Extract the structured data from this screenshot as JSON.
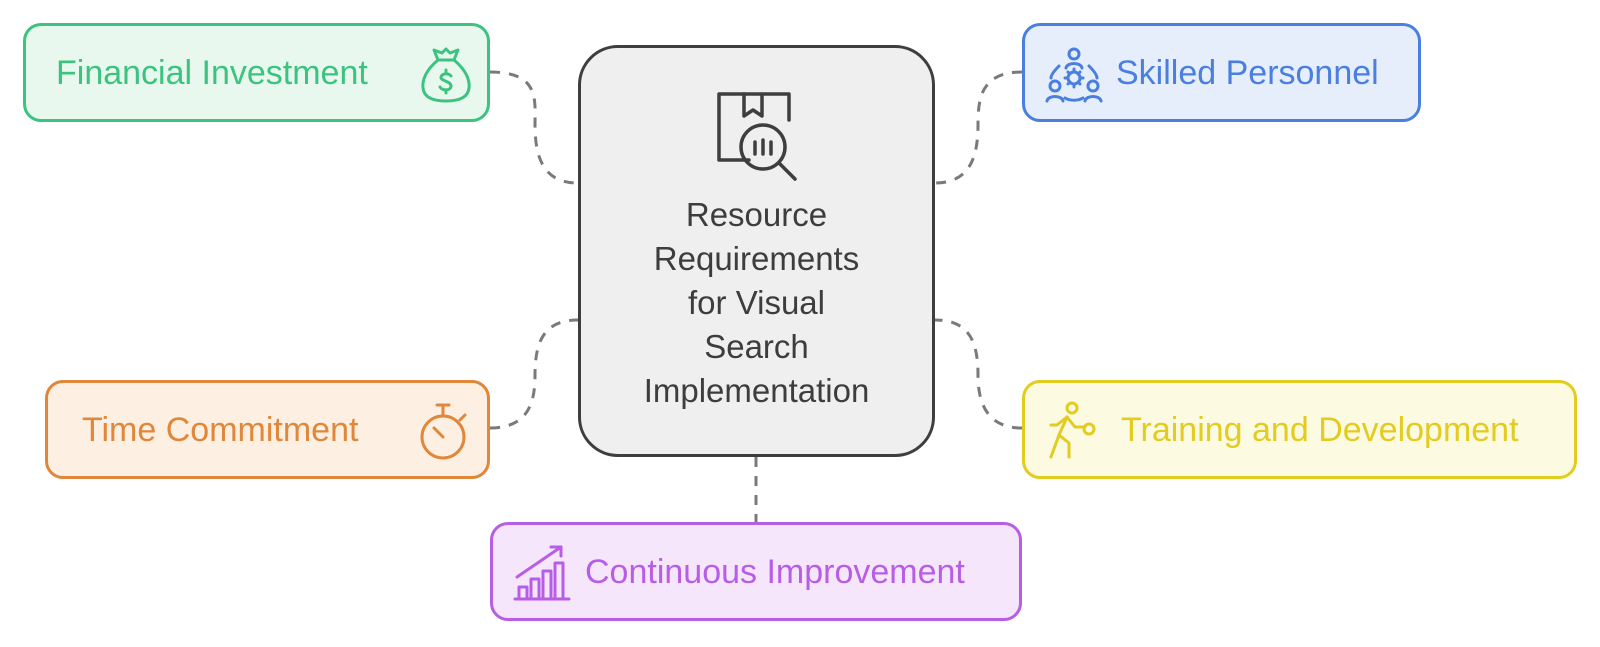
{
  "center": {
    "title_lines": [
      "Resource",
      "Requirements",
      "for Visual",
      "Search",
      "Implementation"
    ],
    "icon": "box-search-icon",
    "stroke": "#3e3e3e",
    "fill": "#efefef"
  },
  "nodes": {
    "financial": {
      "label": "Financial Investment",
      "icon": "money-bag-icon",
      "stroke": "#3cc37f",
      "fill": "#e8f8ef",
      "text": "#3cc37f"
    },
    "skilled": {
      "label": "Skilled Personnel",
      "icon": "team-gear-icon",
      "stroke": "#4a7fe0",
      "fill": "#e6eefc",
      "text": "#4a7fe0"
    },
    "time": {
      "label": "Time Commitment",
      "icon": "stopwatch-icon",
      "stroke": "#e0873a",
      "fill": "#fdf0e3",
      "text": "#e0873a"
    },
    "training": {
      "label": "Training and Development",
      "icon": "person-training-icon",
      "stroke": "#e3cc1f",
      "fill": "#fcfae0",
      "text": "#e3cc1f"
    },
    "continuous": {
      "label": "Continuous Improvement",
      "icon": "growth-chart-icon",
      "stroke": "#b85ee6",
      "fill": "#f5e6fc",
      "text": "#b85ee6"
    }
  },
  "connector_color": "#7a7a7a"
}
